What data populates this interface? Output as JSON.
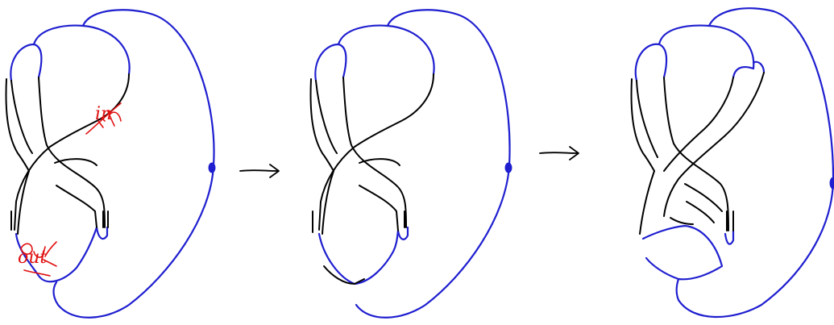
{
  "colors": {
    "blue_band": "#1f1fd0",
    "black_band": "#000000",
    "annotation": "#e01010",
    "background": "#ffffff"
  },
  "panels": [
    {
      "index": 1,
      "annotations": [
        "in",
        "out"
      ]
    },
    {
      "index": 2,
      "annotations": []
    },
    {
      "index": 3,
      "annotations": []
    }
  ],
  "arrows": [
    {
      "from": 1,
      "to": 2
    },
    {
      "from": 2,
      "to": 3
    }
  ]
}
